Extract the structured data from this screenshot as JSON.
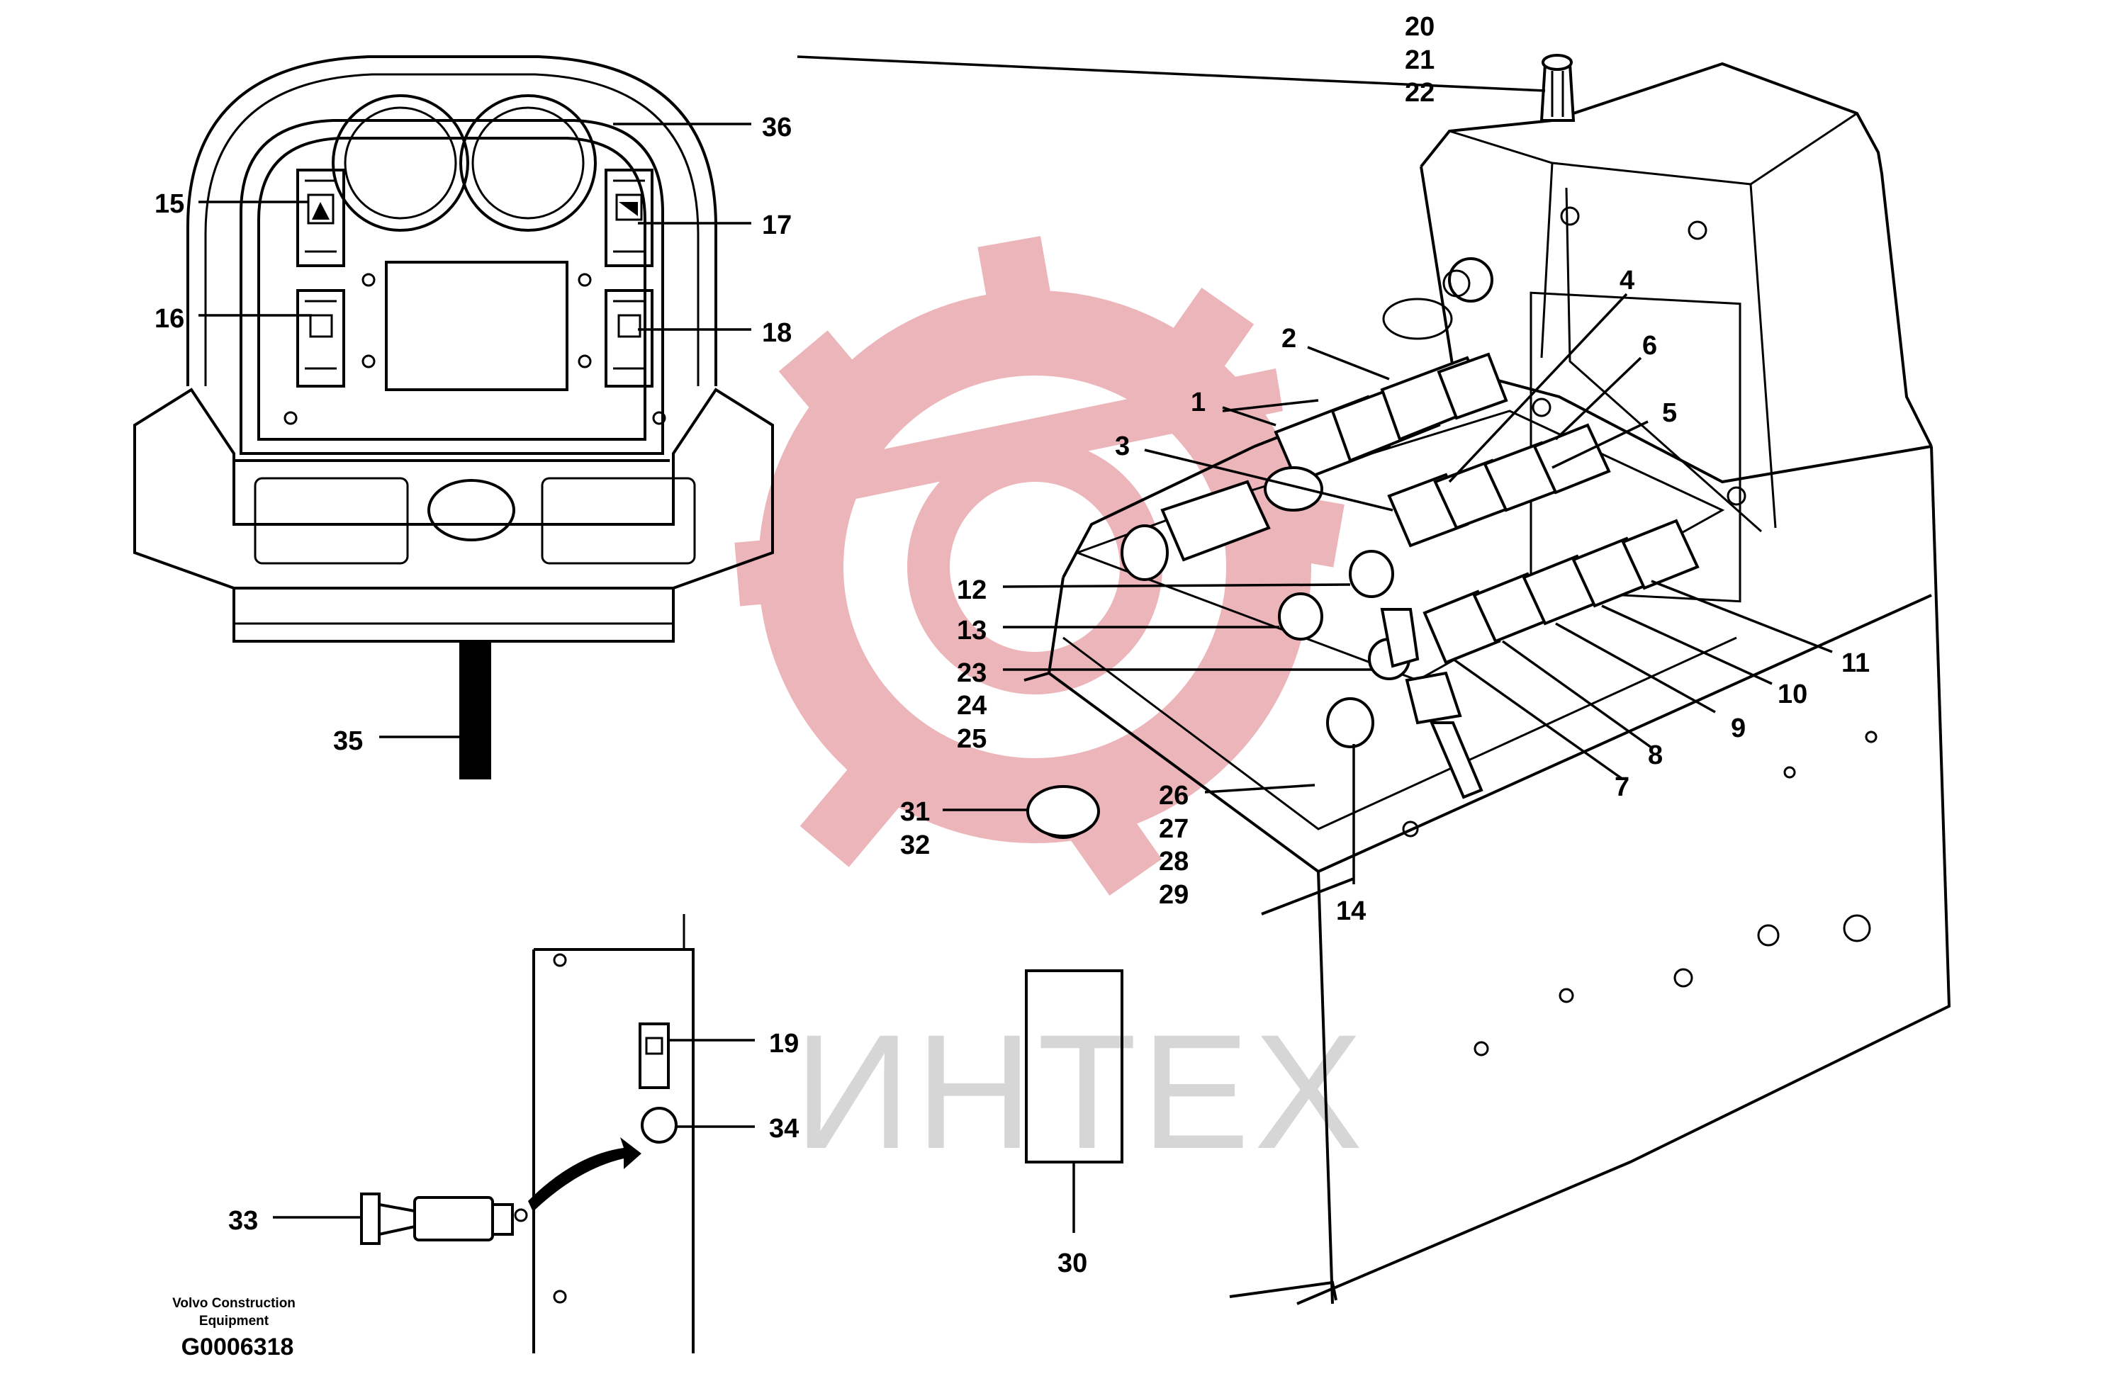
{
  "watermark": {
    "text": "ИНТЕХ",
    "color": "#e9a8ae"
  },
  "labels": {
    "n1": "1",
    "n2": "2",
    "n3": "3",
    "n4": "4",
    "n5": "5",
    "n6": "6",
    "n7": "7",
    "n8": "8",
    "n9": "9",
    "n10": "10",
    "n11": "11",
    "n12": "12",
    "n13": "13",
    "n14": "14",
    "n15": "15",
    "n16": "16",
    "n17": "17",
    "n18": "18",
    "n19": "19",
    "n20": "20",
    "n21": "21",
    "n22": "22",
    "n23": "23",
    "n24": "24",
    "n25": "25",
    "n26": "26",
    "n27": "27",
    "n28": "28",
    "n29": "29",
    "n30": "30",
    "n31": "31",
    "n32": "32",
    "n33": "33",
    "n34": "34",
    "n35": "35",
    "n36": "36"
  },
  "footer": {
    "company_line1": "Volvo Construction",
    "company_line2": "Equipment",
    "drawing_code": "G0006318"
  }
}
